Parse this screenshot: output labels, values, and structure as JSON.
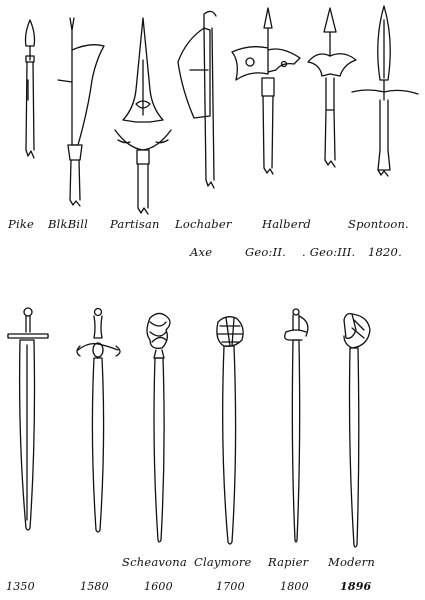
{
  "polearms": {
    "row1": [
      "Pike",
      "BlkBill",
      "Partisan",
      "Lochaber",
      "Halberd",
      "Spontoon."
    ],
    "row2": [
      "Axe",
      "Geo:II.",
      ". Geo:III.",
      "1820."
    ]
  },
  "swords": {
    "names": [
      "Scheavona",
      "Claymore",
      "Rapier",
      "Modern"
    ],
    "years": [
      "1350",
      "1580",
      "1600",
      "1700",
      "1800",
      "1896"
    ]
  },
  "icons": [
    "pike",
    "black-bill",
    "partisan",
    "lochaber-axe",
    "halberd-geo-ii",
    "halberd-geo-iii",
    "spontoon",
    "sword-1350",
    "sword-1580",
    "schiavona-1600",
    "claymore-1700",
    "rapier-1800",
    "modern-sword-1896"
  ]
}
